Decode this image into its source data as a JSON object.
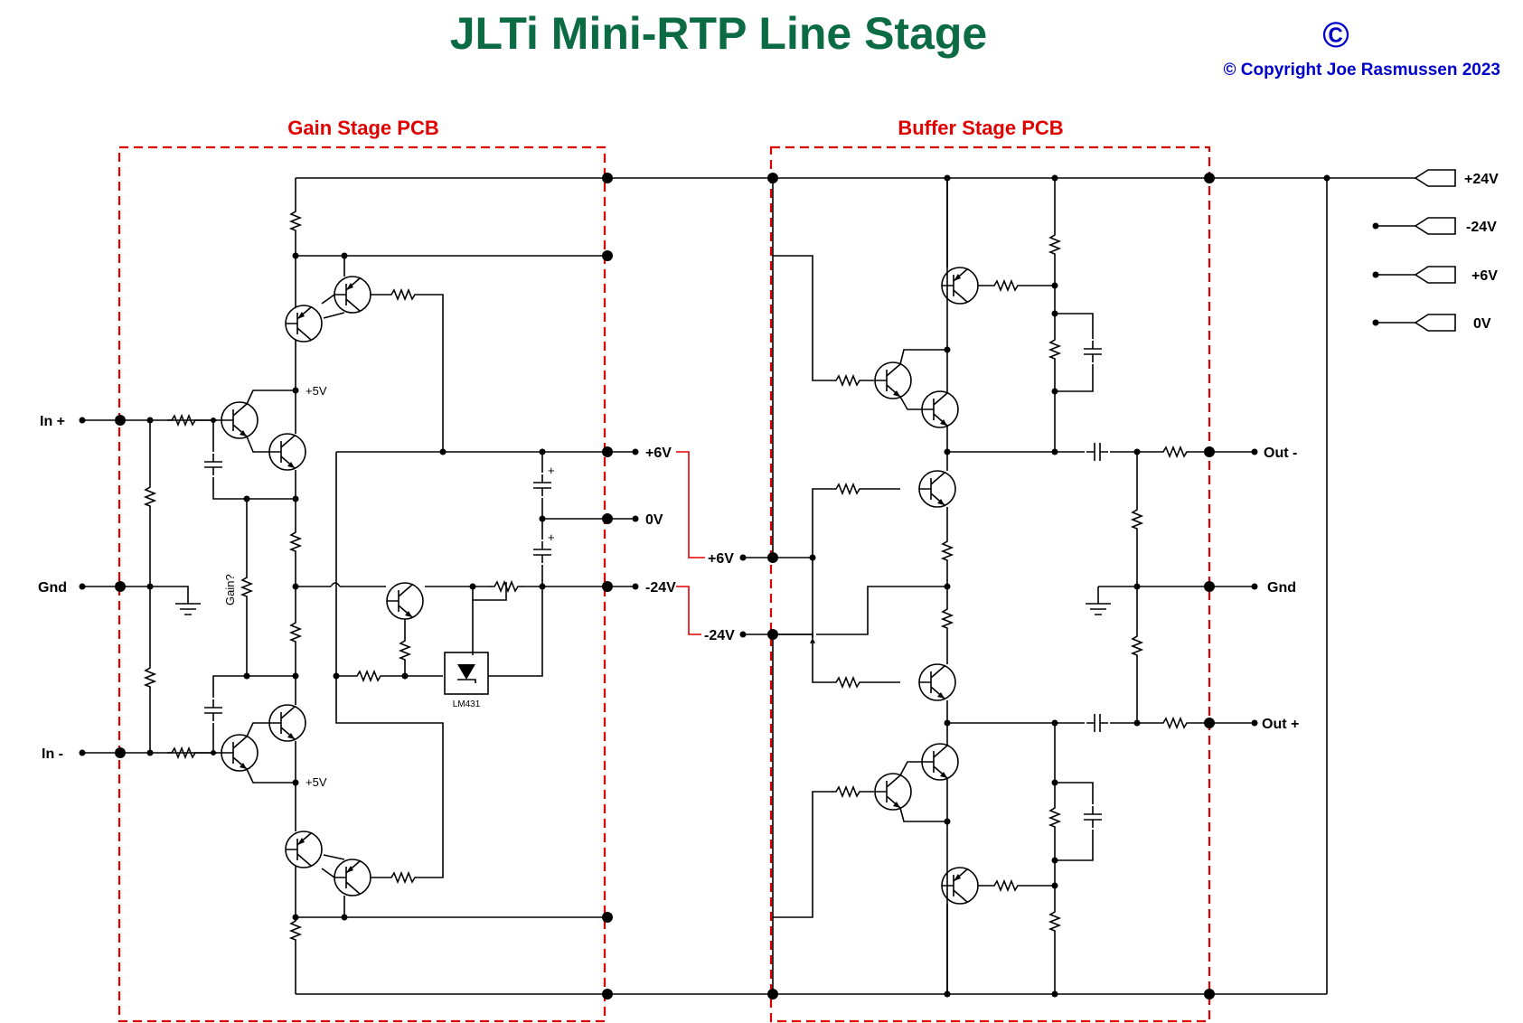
{
  "title": "JLTi Mini-RTP Line Stage",
  "copyright_symbol": "©",
  "copyright": "© Copyright Joe Rasmussen 2023",
  "colors": {
    "title": "#0b6b45",
    "copyright": "#0000cc",
    "pcb": "#e00000",
    "wire": "#000000"
  },
  "pcbs": {
    "gain": "Gain Stage PCB",
    "buffer": "Buffer Stage PCB"
  },
  "inputs": {
    "in_plus": "In +",
    "gnd": "Gnd",
    "in_minus": "In -"
  },
  "outputs": {
    "out_minus": "Out -",
    "gnd": "Gnd",
    "out_plus": "Out +"
  },
  "gain_rails": {
    "p6": "+6V",
    "zero": "0V",
    "m24": "-24V"
  },
  "buffer_rails": {
    "p6": "+6V",
    "m24": "-24V"
  },
  "supply": [
    "+24V",
    "-24V",
    "+6V",
    "0V"
  ],
  "annotations": {
    "v5_top": "+5V",
    "v5_bottom": "+5V",
    "gain_pot": "Gain?",
    "ic": "LM431",
    "cap_plus": "+"
  }
}
